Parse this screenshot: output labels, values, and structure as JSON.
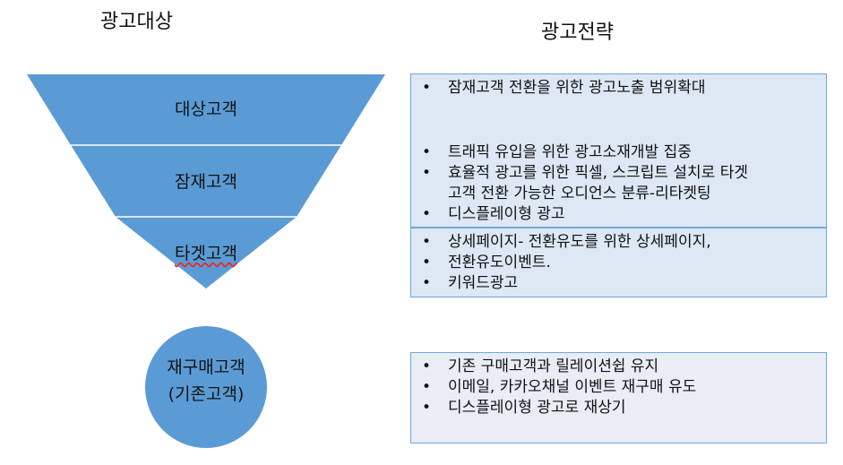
{
  "titles": {
    "left": "광고대상",
    "right": "광고전략"
  },
  "funnel": [
    {
      "label": "대상고객"
    },
    {
      "label": "잠재고객"
    },
    {
      "label": "타겟고객"
    }
  ],
  "circle": {
    "line1": "재구매고객",
    "line2": "(기존고객)"
  },
  "strategies": [
    {
      "items": [
        "잠재고객 전환을 위한 광고노출 범위확대"
      ]
    },
    {
      "items": [
        "트래픽 유입을 위한 광고소재개발 집중",
        "효율적 광고를 위한 픽셀, 스크립트 설치로 타겟",
        "고객 전환 가능한 오디언스 분류-리타켓팅",
        "디스플레이형 광고"
      ]
    },
    {
      "items": [
        "상세페이지- 전환유도를 위한 상세페이지,",
        "전환유도이벤트.",
        "키워드광고"
      ]
    },
    {
      "items": [
        "기존 구매고객과 릴레이션쉽 유지",
        "이메일, 카카오채널 이벤트 재구매 유도",
        "디스플레이형 광고로 재상기"
      ]
    }
  ],
  "colors": {
    "funnel": "#5b9bd5",
    "box1": "#dde8f4",
    "box2": "#e9edf6",
    "border": "#6fa8dc"
  }
}
